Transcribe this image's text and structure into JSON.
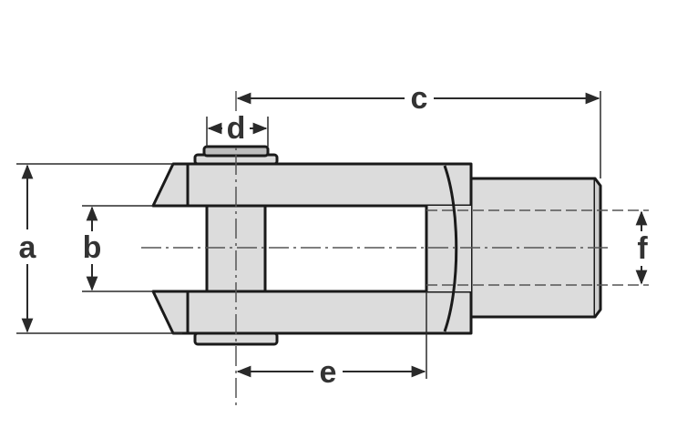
{
  "diagram": {
    "dimensions": {
      "a": "a",
      "b": "b",
      "c": "c",
      "d": "d",
      "e": "e",
      "f": "f"
    },
    "colors": {
      "part_fill": "#dcdcdc",
      "outline": "#1a1a1a",
      "dimension_line": "#2a2a2a",
      "center_line": "#555555",
      "hidden_line": "#555555",
      "label": "#333333"
    }
  }
}
